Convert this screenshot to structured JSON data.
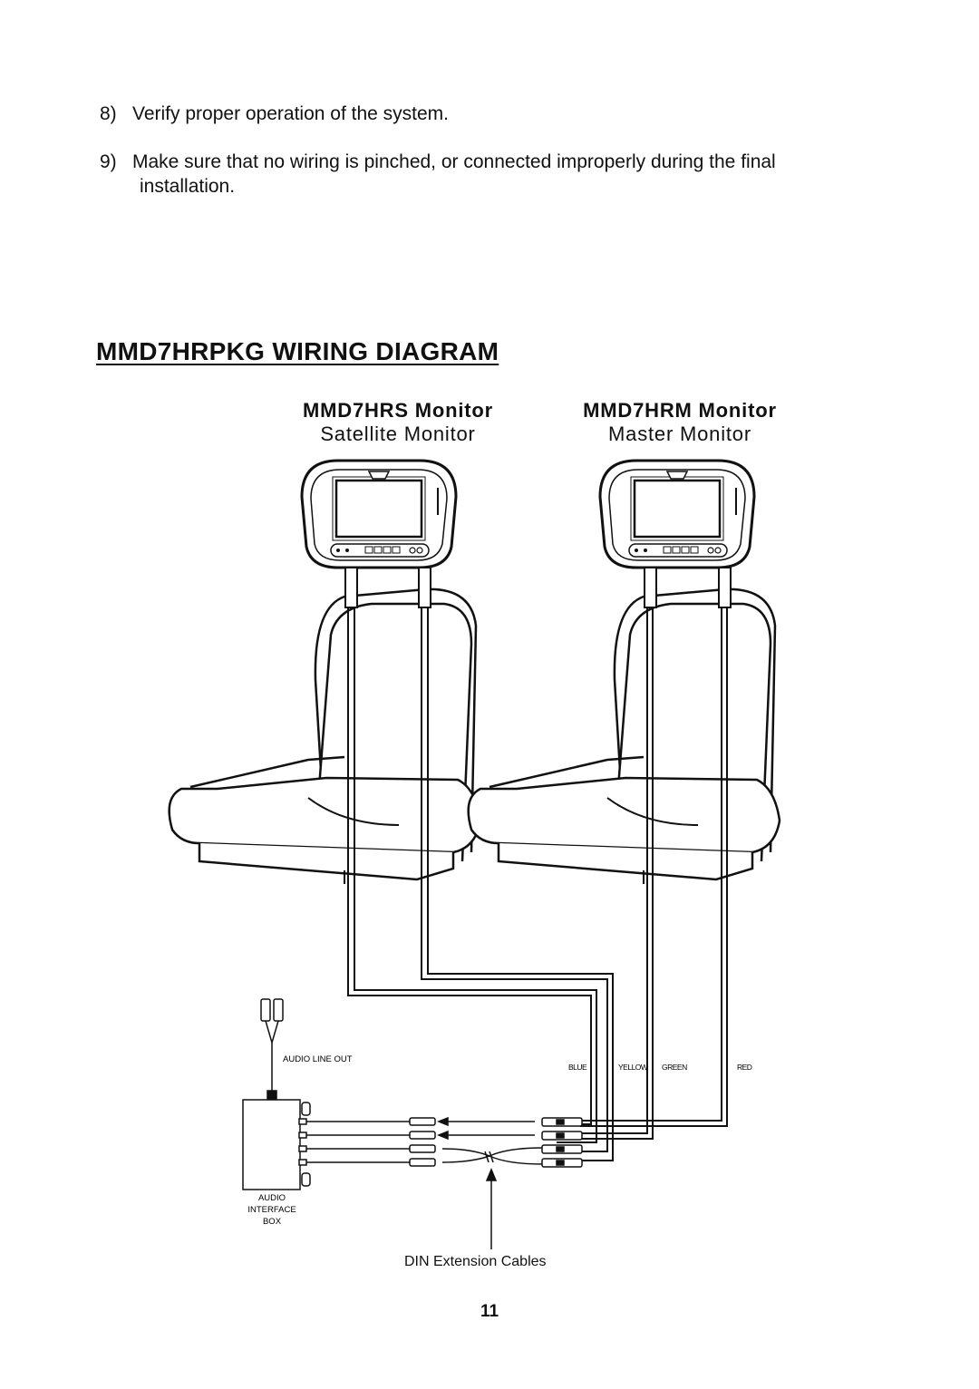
{
  "steps": [
    {
      "number": "8)",
      "text": "Verify proper operation of the system."
    },
    {
      "number": "9)",
      "text": "Make sure that no wiring is pinched, or connected improperly during the final",
      "continuation": "installation."
    }
  ],
  "section_title": "MMD7HRPKG WIRING DIAGRAM",
  "monitors": {
    "satellite": {
      "model": "MMD7HRS Monitor",
      "role": "Satellite Monitor"
    },
    "master": {
      "model": "MMD7HRM Monitor",
      "role": "Master Monitor"
    }
  },
  "labels": {
    "audio_line_out": "AUDIO LINE OUT",
    "audio_interface_box": [
      "AUDIO",
      "INTERFACE",
      "BOX"
    ],
    "wire_colors": [
      "BLUE",
      "YELLOW",
      "GREEN",
      "RED"
    ],
    "din_extension_cables": "DIN Extension Cables"
  },
  "page_number": "11",
  "colors": {
    "ink": "#111111",
    "paper": "#ffffff"
  }
}
